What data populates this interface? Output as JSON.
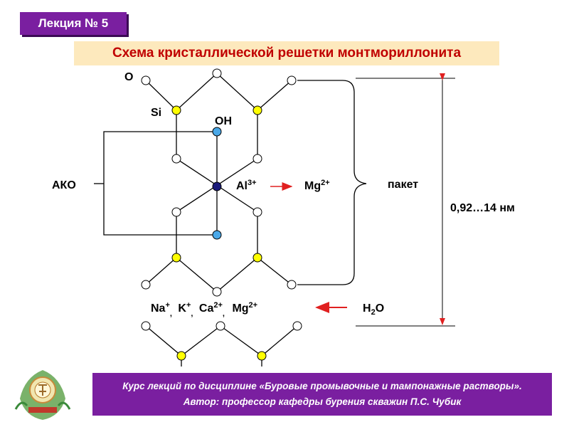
{
  "lecture_badge": "Лекция № 5",
  "title": "Схема кристаллической решетки монтмориллонита",
  "labels": {
    "o": "O",
    "si": "Si",
    "oh": "OH",
    "ako": "АКО",
    "al": "Al",
    "al_sup": "3+",
    "mg": "Mg",
    "mg_sup": "2+",
    "packet": "пакет",
    "thickness": "0,92…14 нм",
    "h2o_h": "H",
    "h2o_sub": "2",
    "h2o_o": "O"
  },
  "cations": [
    {
      "el": "Na",
      "sup": "+",
      "sep": ","
    },
    {
      "el": "K",
      "sup": "+",
      "sep": ","
    },
    {
      "el": "Ca",
      "sup": "2+",
      "sep": ","
    },
    {
      "el": "Mg",
      "sup": "2+",
      "sep": ""
    }
  ],
  "footer": {
    "line1": "Курс лекций по дисциплине «Буровые промывочные и тампонажные растворы».",
    "line2": "Автор: профессор кафедры бурения скважин П.С. Чубик"
  },
  "colors": {
    "purple": "#7a1fa0",
    "title_bg": "#fde9bd",
    "title_text": "#c00000",
    "si_atom": "#ffff00",
    "oh_atom": "#4aa8e8",
    "al_atom": "#1a1a7a",
    "arrow": "#e02020"
  }
}
